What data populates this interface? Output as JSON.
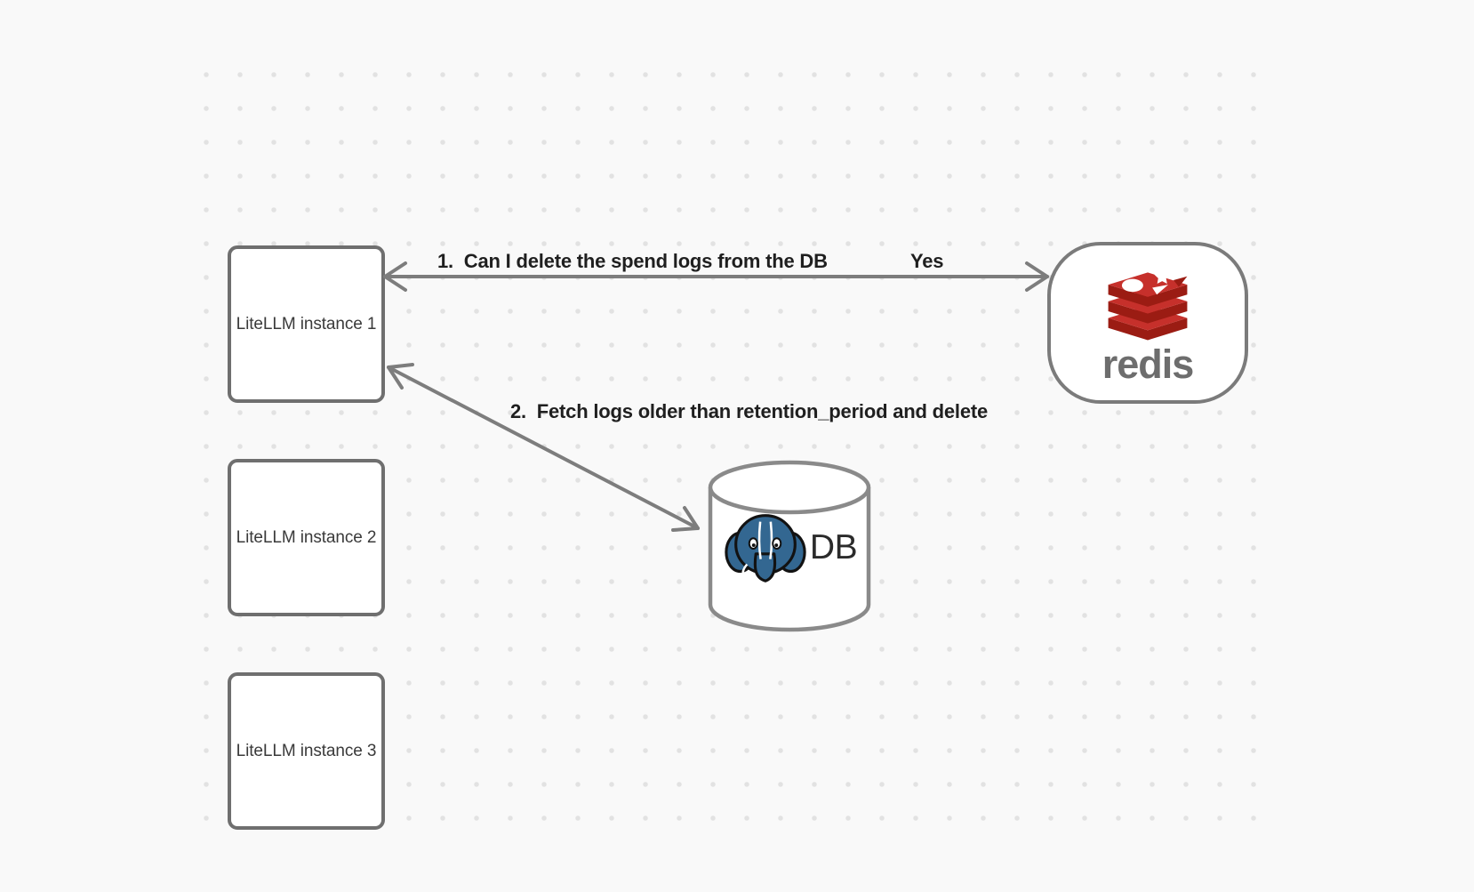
{
  "canvas": {
    "nodes": [
      {
        "id": "instance1",
        "label": "LiteLLM instance 1"
      },
      {
        "id": "instance2",
        "label": "LiteLLM instance 2"
      },
      {
        "id": "instance3",
        "label": "LiteLLM instance 3"
      }
    ],
    "redis": {
      "label": "redis"
    },
    "db": {
      "label": "DB"
    },
    "edges": {
      "ask": {
        "label": "1.  Can I delete the spend logs from the DB",
        "answer": "Yes"
      },
      "fetch": {
        "label": "2.  Fetch logs older than retention_period and delete"
      }
    },
    "colors": {
      "background": "#f9f9f9",
      "dot": "#e2e2e2",
      "arrow": "#7d7d7d",
      "box_border": "#6f6f6f",
      "redis_red": "#c6302b",
      "redis_dark_red": "#9b1c13",
      "redis_wordmark_gray": "#6d6d6d",
      "postgres_blue": "#336791",
      "label_text": "#1f1f1f"
    }
  }
}
